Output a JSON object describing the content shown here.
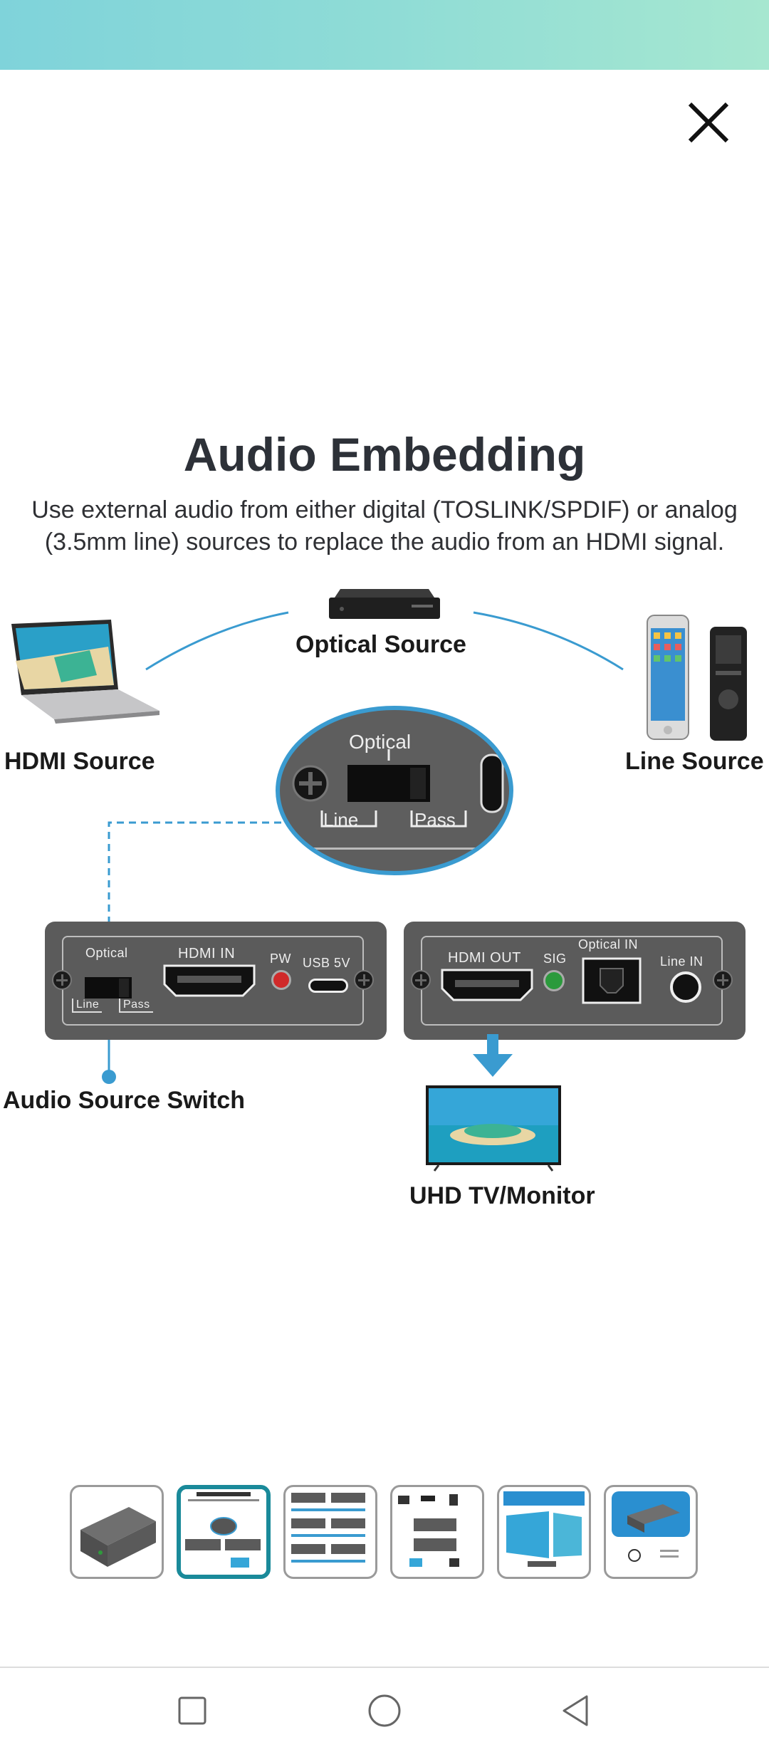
{
  "header": {
    "close_icon": "close-icon"
  },
  "content": {
    "title": "Audio Embedding",
    "subtitle_line1": "Use external audio from either digital (TOSLINK/SPDIF) or analog",
    "subtitle_line2": "(3.5mm line) sources to replace the audio from an HDMI signal."
  },
  "diagram": {
    "optical_source": "Optical Source",
    "hdmi_source": "HDMI Source",
    "line_source": "Line Source",
    "audio_source_switch": "Audio Source Switch",
    "tv_monitor": "UHD TV/Monitor",
    "zoom": {
      "optical": "Optical",
      "line": "Line",
      "pass": "Pass"
    },
    "left_panel": {
      "optical": "Optical",
      "line": "Line",
      "pass": "Pass",
      "hdmi_in": "HDMI IN",
      "pw": "PW",
      "usb": "USB 5V"
    },
    "right_panel": {
      "hdmi_out": "HDMI OUT",
      "sig": "SIG",
      "optical_in": "Optical IN",
      "line_in": "Line IN"
    }
  },
  "gallery": {
    "selected_index": 1,
    "count": 6
  },
  "nav": {
    "icons": [
      "recent-apps-icon",
      "home-icon",
      "back-icon"
    ]
  },
  "colors": {
    "accent": "#1a8a9a",
    "panel": "#5b5b5b",
    "connector": "#3a9bd0"
  }
}
